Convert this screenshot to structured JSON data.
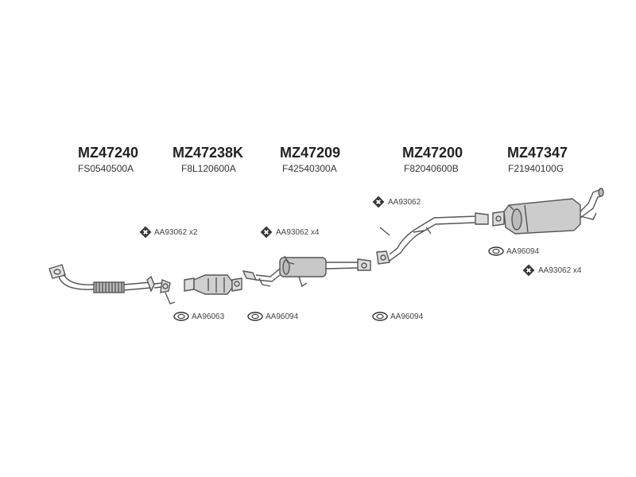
{
  "parts": [
    {
      "code": "MZ47240",
      "ref": "FS0540500A"
    },
    {
      "code": "MZ47238K",
      "ref": "F8L120600A"
    },
    {
      "code": "MZ47209",
      "ref": "F42540300A"
    },
    {
      "code": "MZ47200",
      "ref": "F82040600B"
    },
    {
      "code": "MZ47347",
      "ref": "F21940100G"
    }
  ],
  "accessories": {
    "hanger_a": "AA93062 x2",
    "hanger_b": "AA93062 x4",
    "hanger_c": "AA93062",
    "hanger_d": "AA93062 x4",
    "gasket_a": "AA96063",
    "gasket_b": "AA96094",
    "gasket_c": "AA96094",
    "gasket_d": "AA96094"
  },
  "colors": {
    "line": "#555555",
    "fill": "#d8d8d8",
    "dark": "#666666"
  }
}
